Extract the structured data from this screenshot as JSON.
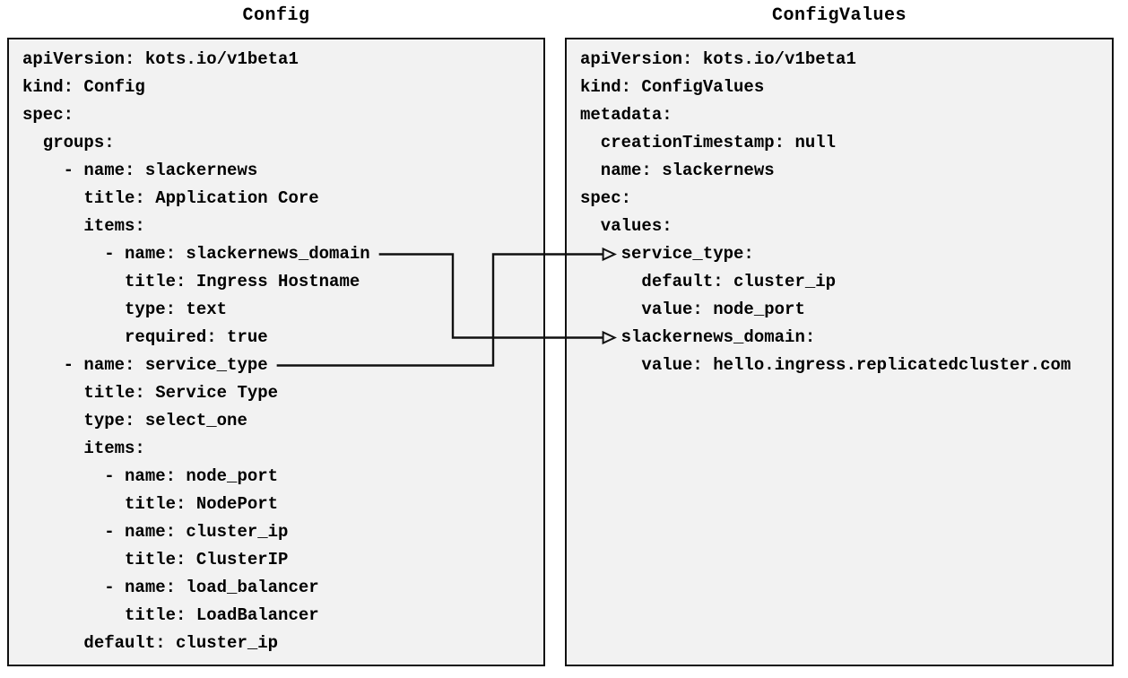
{
  "diagram": {
    "left_panel": {
      "title": "Config",
      "yaml_lines": [
        "apiVersion: kots.io/v1beta1",
        "kind: Config",
        "spec:",
        "  groups:",
        "    - name: slackernews",
        "      title: Application Core",
        "      items:",
        "        - name: slackernews_domain",
        "          title: Ingress Hostname",
        "          type: text",
        "          required: true",
        "    - name: service_type",
        "      title: Service Type",
        "      type: select_one",
        "      items:",
        "        - name: node_port",
        "          title: NodePort",
        "        - name: cluster_ip",
        "          title: ClusterIP",
        "        - name: load_balancer",
        "          title: LoadBalancer",
        "      default: cluster_ip"
      ]
    },
    "right_panel": {
      "title": "ConfigValues",
      "yaml_lines": [
        "apiVersion: kots.io/v1beta1",
        "kind: ConfigValues",
        "metadata:",
        "  creationTimestamp: null",
        "  name: slackernews",
        "spec:",
        "  values:",
        "    service_type:",
        "      default: cluster_ip",
        "      value: node_port",
        "    slackernews_domain:",
        "      value: hello.ingress.replicatedcluster.com"
      ]
    },
    "connections": [
      {
        "id": "slackernews-domain-mapping",
        "from_text": "- name: slackernews_domain",
        "to_text": "slackernews_domain:",
        "from_line_index": 7,
        "to_line_index": 10
      },
      {
        "id": "service-type-mapping",
        "from_text": "- name: service_type",
        "to_text": "service_type:",
        "from_line_index": 11,
        "to_line_index": 7
      }
    ],
    "colors": {
      "page_bg": "#ffffff",
      "panel_fill": "#f2f2f2",
      "panel_border": "#111111",
      "text": "#000000",
      "connector": "#111111"
    }
  }
}
